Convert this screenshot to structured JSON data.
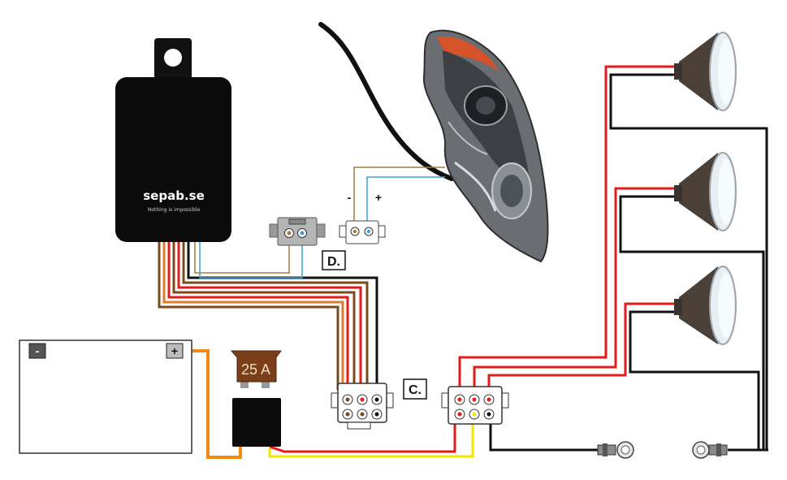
{
  "controller": {
    "brand": "sepab.se",
    "tagline": "Nothing is impossible"
  },
  "battery": {
    "negative_symbol": "-",
    "positive_symbol": "+"
  },
  "fuse": {
    "rating": "25 A"
  },
  "headlight_plug": {
    "minus_label": "-",
    "plus_label": "+"
  },
  "connector_labels": {
    "d": "D.",
    "c": "C."
  },
  "colors": {
    "red": "#e41b17",
    "black": "#111111",
    "brown": "#7a4a1c",
    "orange": "#f08a10",
    "yellow": "#f2e600",
    "blue": "#3aa0d8",
    "tan": "#a47a3c"
  },
  "icons": [
    "controller-unit",
    "battery",
    "fuse",
    "relay",
    "headlight",
    "spotlight",
    "ring-terminal",
    "multi-pin-connector"
  ]
}
